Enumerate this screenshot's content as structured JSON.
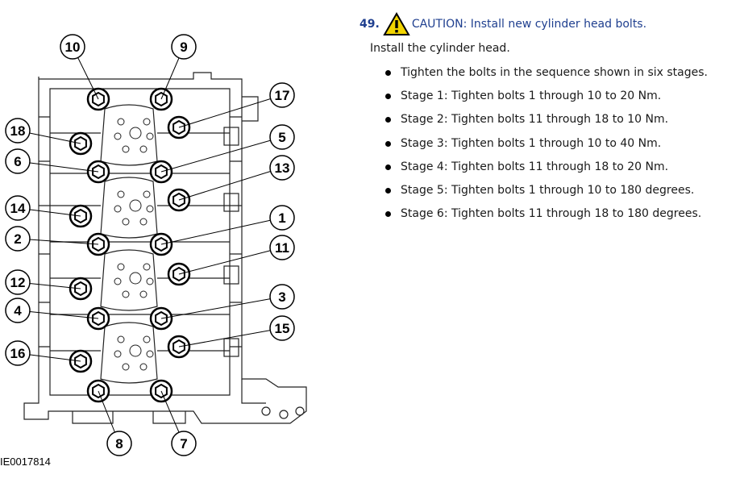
{
  "figure": {
    "id": "IE0017814",
    "bolt_labels": [
      "1",
      "2",
      "3",
      "4",
      "5",
      "6",
      "7",
      "8",
      "9",
      "10",
      "11",
      "12",
      "13",
      "14",
      "15",
      "16",
      "17",
      "18"
    ]
  },
  "step": {
    "number": "49.",
    "icon": "warning-triangle-icon",
    "caution": "CAUTION: Install new cylinder head bolts.",
    "intro": "Install the cylinder head.",
    "bullets": [
      "Tighten the bolts in the sequence shown in six stages.",
      "Stage 1: Tighten bolts 1 through 10 to 20 Nm.",
      "Stage 2: Tighten bolts 11 through 18 to 10 Nm.",
      "Stage 3: Tighten bolts 1 through 10 to 40 Nm.",
      "Stage 4: Tighten bolts 11 through 18 to 20 Nm.",
      "Stage 5: Tighten bolts 1 through 10 to 180 degrees.",
      "Stage 6: Tighten bolts 11 through 18 to 180 degrees."
    ]
  },
  "colors": {
    "heading_blue": "#1f3f8f",
    "warning_yellow": "#f2d400"
  }
}
